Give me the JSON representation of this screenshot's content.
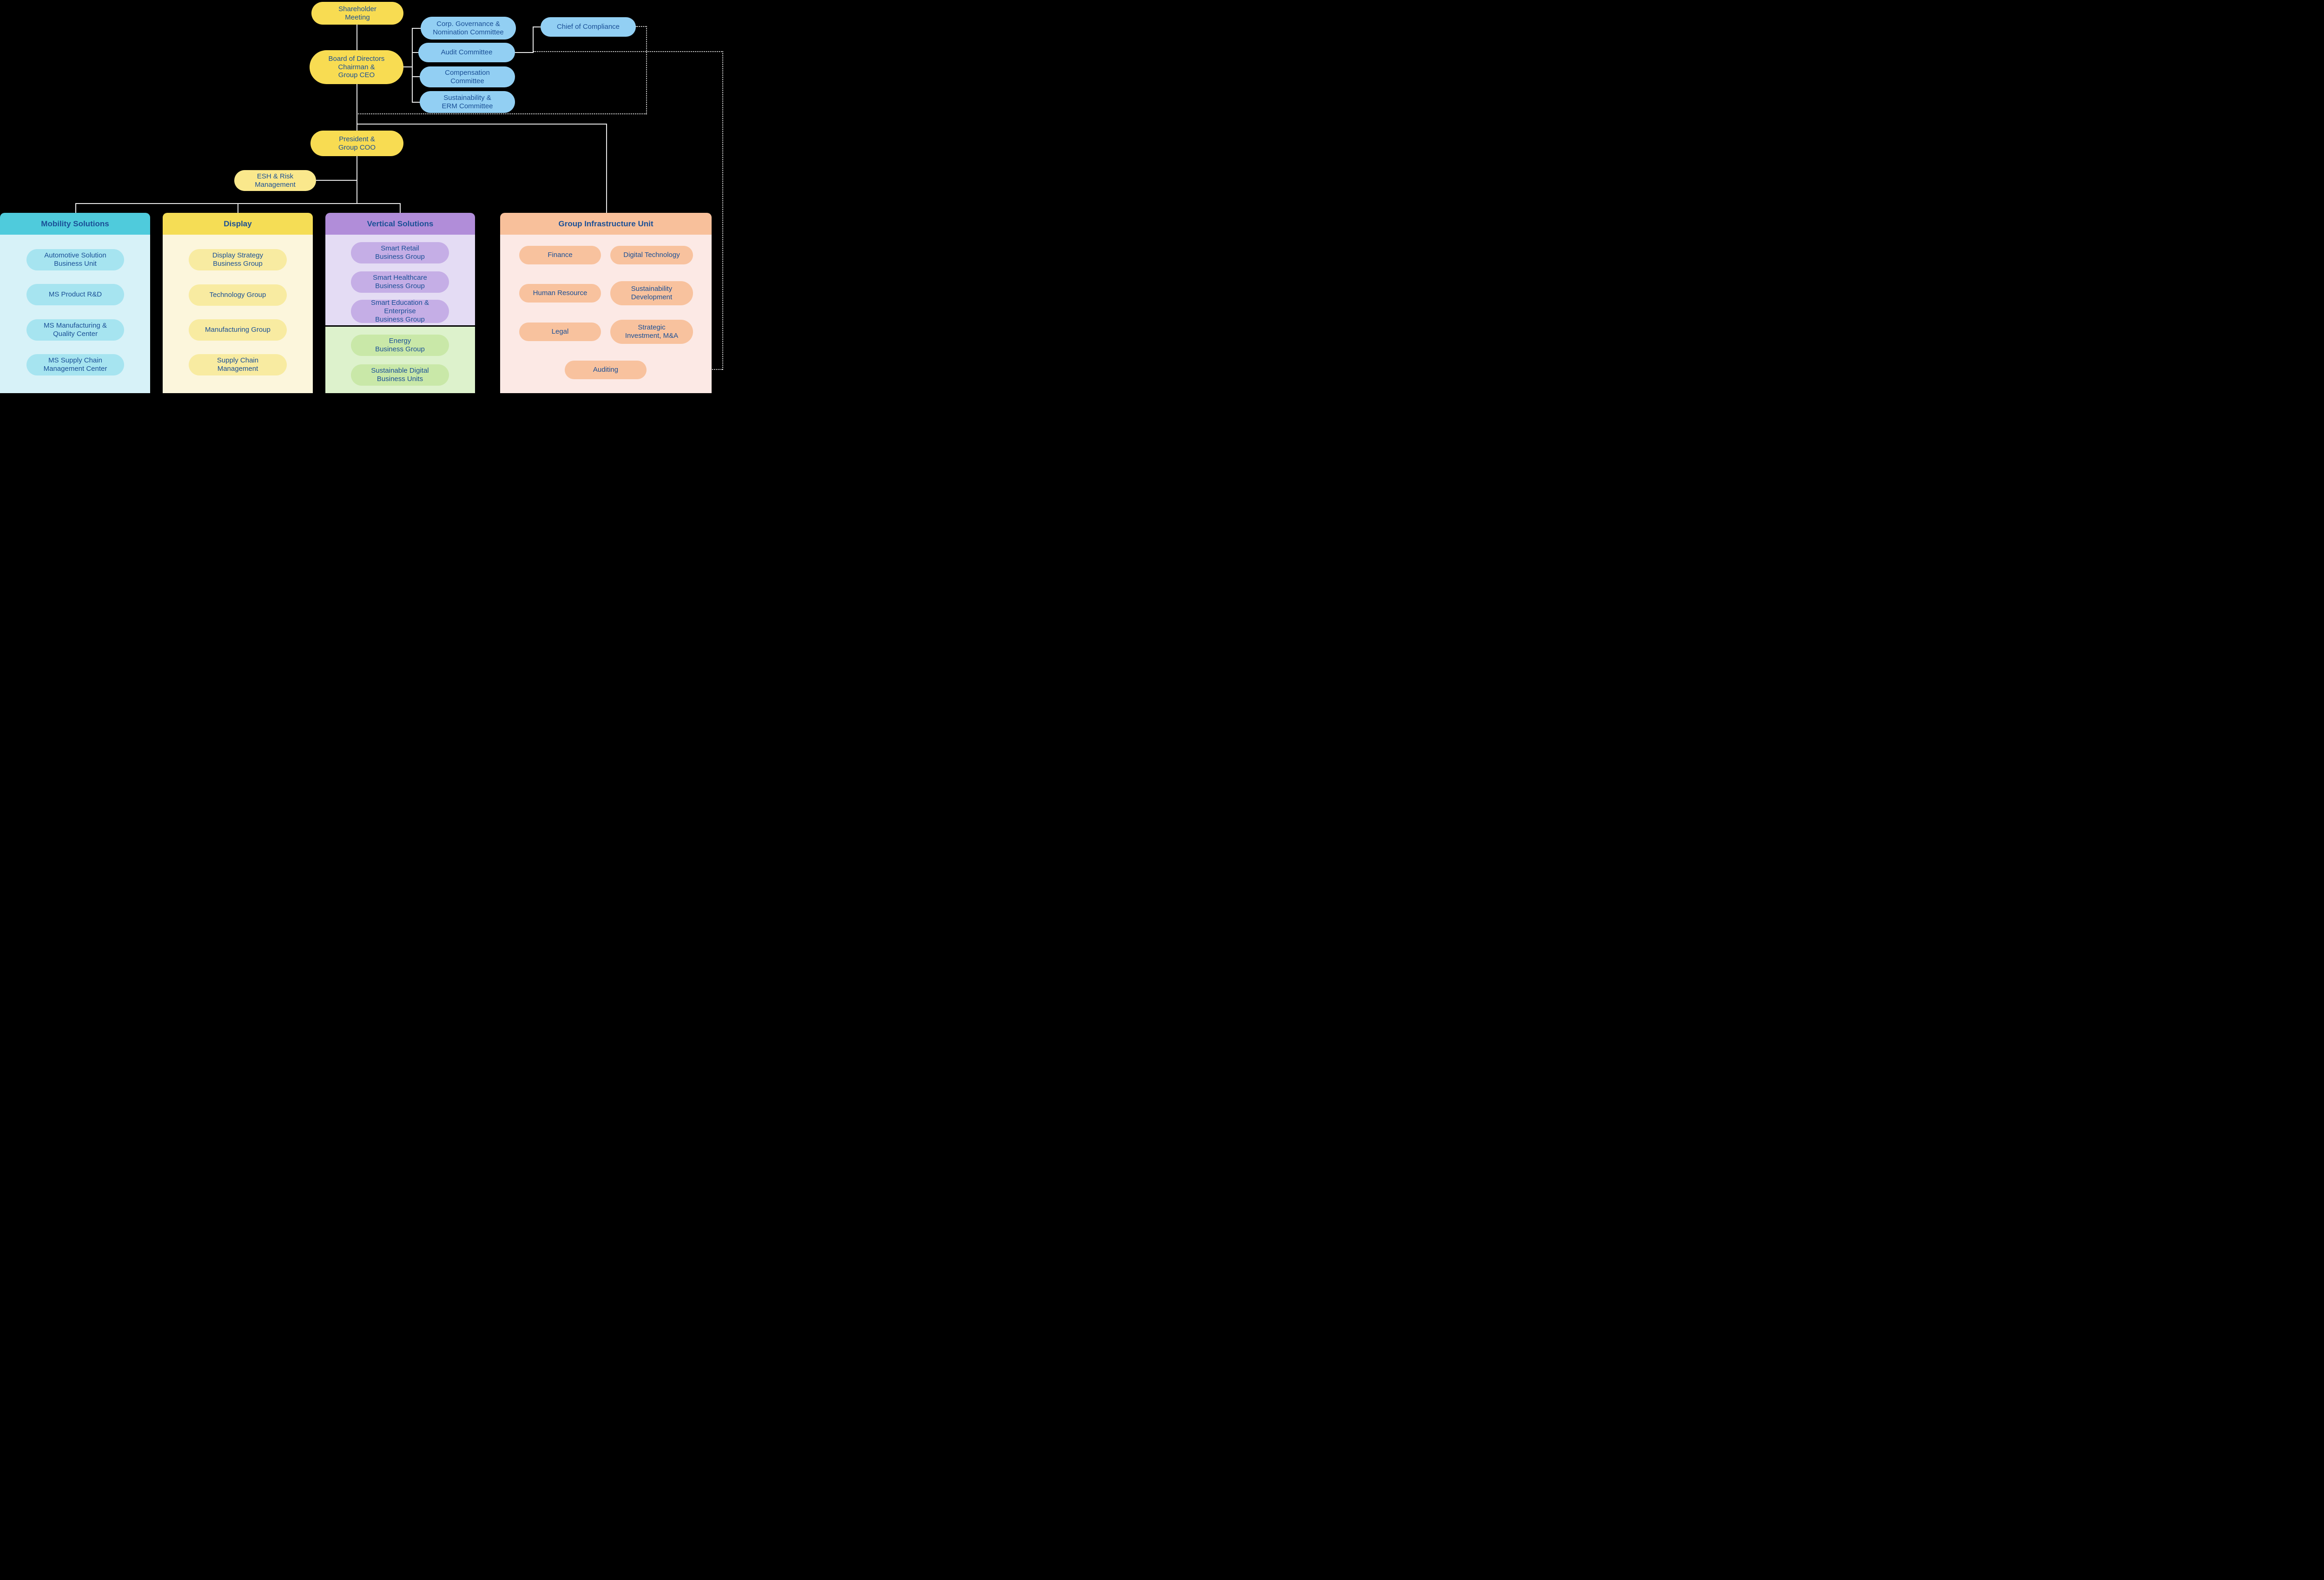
{
  "colors": {
    "background": "#000000",
    "text": "#1A4F96",
    "yellow_node": "#F8DC52",
    "light_yellow_node": "#FAE88C",
    "blue_node": "#92CFF3",
    "connector": "#E9E9E9",
    "mobility_header": "#4FCBDC",
    "mobility_body": "#D7F2F8",
    "mobility_item": "#A6E4F0",
    "display_header": "#F5DD55",
    "display_body": "#FCF6DC",
    "display_item": "#F8EBA1",
    "vertical_header": "#B18DD9",
    "vertical_body": "#E4DCF4",
    "vertical_item": "#C5AEE6",
    "green_body": "#DDF2CC",
    "green_item": "#C9E8A8",
    "infra_header": "#F8C09B",
    "infra_body": "#FCE9E5",
    "infra_item": "#F8C29E"
  },
  "nodes": {
    "shareholder_meeting": "Shareholder\nMeeting",
    "board": "Board of Directors\nChairman &\nGroup CEO",
    "chief_of_compliance": "Chief of Compliance",
    "president": "President &\nGroup COO",
    "esh": "ESH & Risk\nManagement"
  },
  "committees": [
    "Corp. Governance &\nNomination Committee",
    "Audit Committee",
    "Compensation\nCommittee",
    "Sustainability &\nERM Committee"
  ],
  "columns": [
    {
      "title": "Mobility Solutions",
      "items": [
        "Automotive Solution\nBusiness Unit",
        "MS Product R&D",
        "MS Manufacturing &\nQuality Center",
        "MS Supply Chain\nManagement Center"
      ]
    },
    {
      "title": "Display",
      "items": [
        "Display Strategy\nBusiness Group",
        "Technology Group",
        "Manufacturing Group",
        "Supply Chain\nManagement"
      ]
    },
    {
      "title": "Vertical Solutions",
      "items": [
        "Smart Retail\nBusiness Group",
        "Smart Healthcare\nBusiness Group",
        "Smart Education &\nEnterprise\nBusiness Group"
      ],
      "green_items": [
        "Energy\nBusiness Group",
        "Sustainable Digital\nBusiness Units"
      ]
    },
    {
      "title": "Group Infrastructure Unit",
      "items": [
        "Finance",
        "Digital Technology",
        "Human Resource",
        "Sustainability\nDevelopment",
        "Legal",
        "Strategic\nInvestment, M&A",
        "Auditing"
      ]
    }
  ]
}
